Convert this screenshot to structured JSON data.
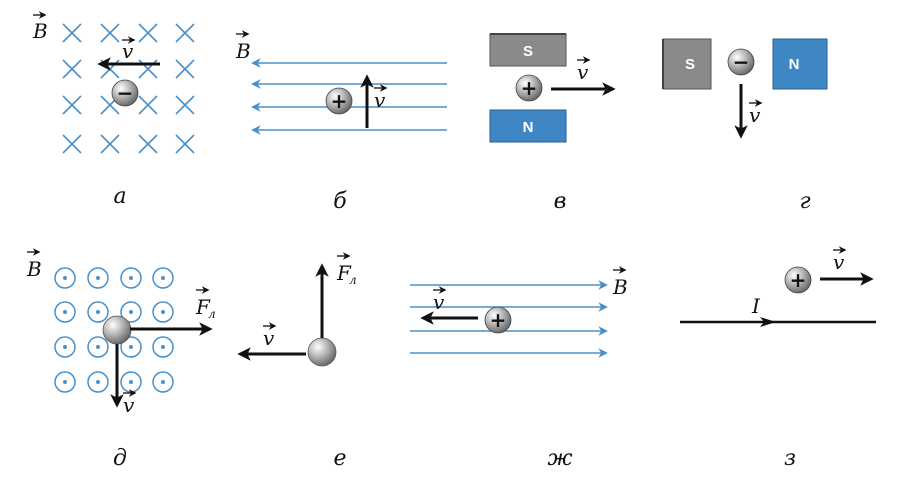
{
  "panels": {
    "a": {
      "caption": "а",
      "field_label": "B",
      "velocity_label": "v",
      "charge_sign": "−"
    },
    "b": {
      "caption": "б",
      "field_label": "B",
      "velocity_label": "v",
      "charge_sign": "+"
    },
    "v": {
      "caption": "в",
      "top_magnet": "S",
      "bottom_magnet": "N",
      "velocity_label": "v",
      "charge_sign": "+"
    },
    "g": {
      "caption": "г",
      "left_magnet": "S",
      "right_magnet": "N",
      "velocity_label": "v",
      "charge_sign": "−"
    },
    "d": {
      "caption": "д",
      "field_label": "B",
      "force_label": "F",
      "force_subscript": "л",
      "velocity_label": "v"
    },
    "e": {
      "caption": "е",
      "force_label": "F",
      "force_subscript": "л",
      "velocity_label": "v"
    },
    "zh": {
      "caption": "ж",
      "field_label": "B",
      "velocity_label": "v",
      "charge_sign": "+"
    },
    "z": {
      "caption": "з",
      "current_label": "I",
      "velocity_label": "v",
      "charge_sign": "+"
    }
  },
  "colors": {
    "field_line": "#4a90c8",
    "magnet_s": "#8a8a8a",
    "magnet_n": "#3f86c4",
    "arrow": "#111111"
  }
}
